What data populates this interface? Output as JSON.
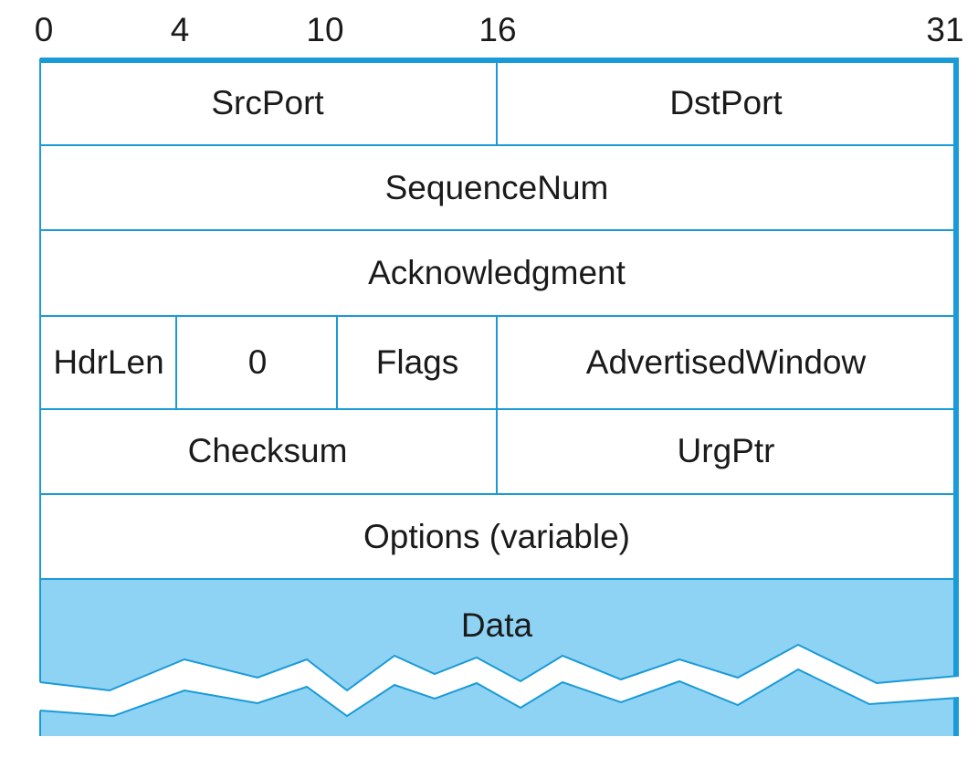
{
  "bit_positions": [
    "0",
    "4",
    "10",
    "16",
    "31"
  ],
  "rows": [
    {
      "fields": [
        {
          "label": "SrcPort",
          "bits": [
            0,
            16
          ]
        },
        {
          "label": "DstPort",
          "bits": [
            16,
            32
          ]
        }
      ]
    },
    {
      "fields": [
        {
          "label": "SequenceNum",
          "bits": [
            0,
            32
          ]
        }
      ]
    },
    {
      "fields": [
        {
          "label": "Acknowledgment",
          "bits": [
            0,
            32
          ]
        }
      ]
    },
    {
      "fields": [
        {
          "label": "HdrLen",
          "bits": [
            0,
            4
          ]
        },
        {
          "label": "0",
          "bits": [
            4,
            10
          ]
        },
        {
          "label": "Flags",
          "bits": [
            10,
            16
          ]
        },
        {
          "label": "AdvertisedWindow",
          "bits": [
            16,
            32
          ]
        }
      ]
    },
    {
      "fields": [
        {
          "label": "Checksum",
          "bits": [
            0,
            16
          ]
        },
        {
          "label": "UrgPtr",
          "bits": [
            16,
            32
          ]
        }
      ]
    },
    {
      "fields": [
        {
          "label": "Options (variable)",
          "bits": [
            0,
            32
          ]
        }
      ]
    }
  ],
  "data_field": {
    "label": "Data"
  },
  "colors": {
    "line": "#1a9ad6",
    "data_fill": "#8ed3f4",
    "background": "#ffffff",
    "text": "#1a1a1a"
  }
}
